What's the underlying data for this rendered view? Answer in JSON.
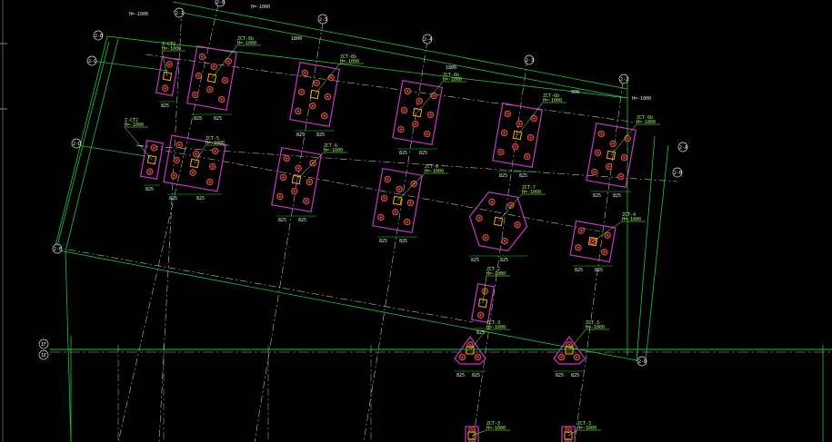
{
  "colors": {
    "background": "#000000",
    "grid_axis": "#00cc33",
    "centerline": "#c8c8c8",
    "pile_cap": "#cc33cc",
    "pile": "#ff4444",
    "column": "#ffaa00",
    "dimension": "#00dd22",
    "text": "#ffffff",
    "label": "#88ff44"
  },
  "axis_bubbles": {
    "left_pair": [
      "1F",
      "1E"
    ],
    "rotated_top": [
      "2-6",
      "2-5",
      "2-4",
      "2-3",
      "2-2",
      "2-1"
    ],
    "rotated_left": [
      "2-B",
      "2-C",
      "2-D",
      "2-E"
    ],
    "rotated_right": [
      "2-A",
      "2-B"
    ],
    "bottom_right": "2-D"
  },
  "notes": {
    "top_left": "H=-1000",
    "top_right": "H=-1000"
  },
  "pile_caps": [
    {
      "name": "Z-CT2",
      "elev": "H=-1000"
    },
    {
      "name": "ZCT-6b",
      "elev": "H=-1000"
    },
    {
      "name": "ZCT-6b",
      "elev": "H=-1000"
    },
    {
      "name": "ZCT-6b",
      "elev": "H=-1000"
    },
    {
      "name": "ZCT-6b",
      "elev": "H=-1000"
    },
    {
      "name": "ZCT-6b",
      "elev": "H=-1000"
    },
    {
      "name": "Z-CT2",
      "elev": "H=-1000"
    },
    {
      "name": "ZCT-5",
      "elev": "H=-1000"
    },
    {
      "name": "ZCT-6",
      "elev": "H=-1000"
    },
    {
      "name": "ZCT-6",
      "elev": "H=-1000"
    },
    {
      "name": "ZCT-7",
      "elev": "H=-1000"
    },
    {
      "name": "ZCT-4",
      "elev": "H=-1000"
    },
    {
      "name": "ZCT-2",
      "elev": "H=-1000"
    },
    {
      "name": "ZCT-3",
      "elev": "H=-1000"
    },
    {
      "name": "ZCT-3",
      "elev": "H=-1000"
    },
    {
      "name": "ZCT-3",
      "elev": "H=-1000"
    },
    {
      "name": "ZCT-3",
      "elev": "H=-1000"
    }
  ],
  "dimension_text": [
    "825",
    "825",
    "900",
    "1800",
    "1800"
  ]
}
